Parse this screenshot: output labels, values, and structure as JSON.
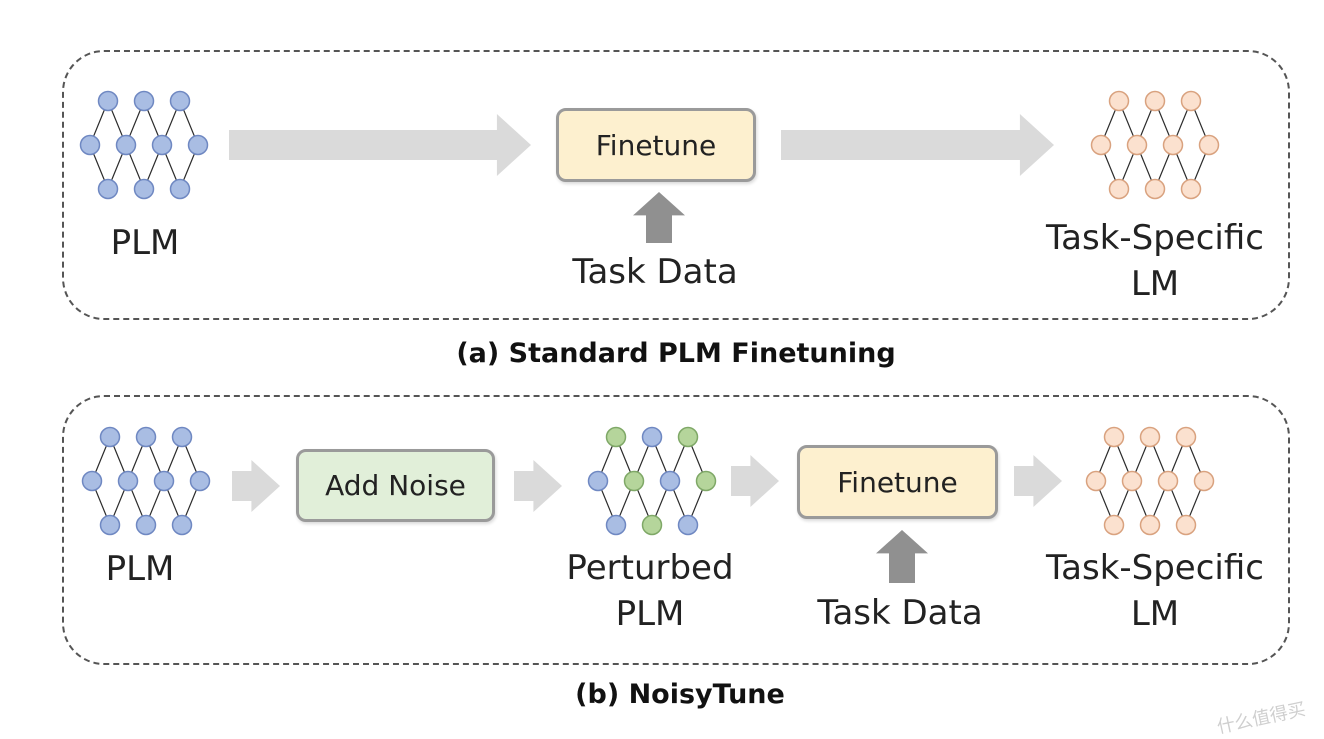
{
  "panel_a": {
    "caption": "(a) Standard PLM Finetuning",
    "plm_label": "PLM",
    "finetune_label": "Finetune",
    "task_data_label": "Task Data",
    "output_label_line1": "Task-Specific",
    "output_label_line2": "LM"
  },
  "panel_b": {
    "caption": "(b) NoisyTune",
    "plm_label": "PLM",
    "add_noise_label": "Add Noise",
    "perturbed_label_line1": "Perturbed",
    "perturbed_label_line2": "PLM",
    "finetune_label": "Finetune",
    "task_data_label": "Task Data",
    "output_label_line1": "Task-Specific",
    "output_label_line2": "LM"
  },
  "colors": {
    "plm_node": "#a9bde3",
    "plm_stroke": "#6f88c2",
    "task_node": "#fbe1cf",
    "task_stroke": "#d9a27f",
    "perturbed_node": "#b5d59b",
    "perturbed_stroke": "#7fa867",
    "arrow": "#dadada",
    "up_arrow": "#909090",
    "finetune_box": "#fdf0cf",
    "noise_box": "#e1efd9"
  },
  "watermark": "什么值得买"
}
